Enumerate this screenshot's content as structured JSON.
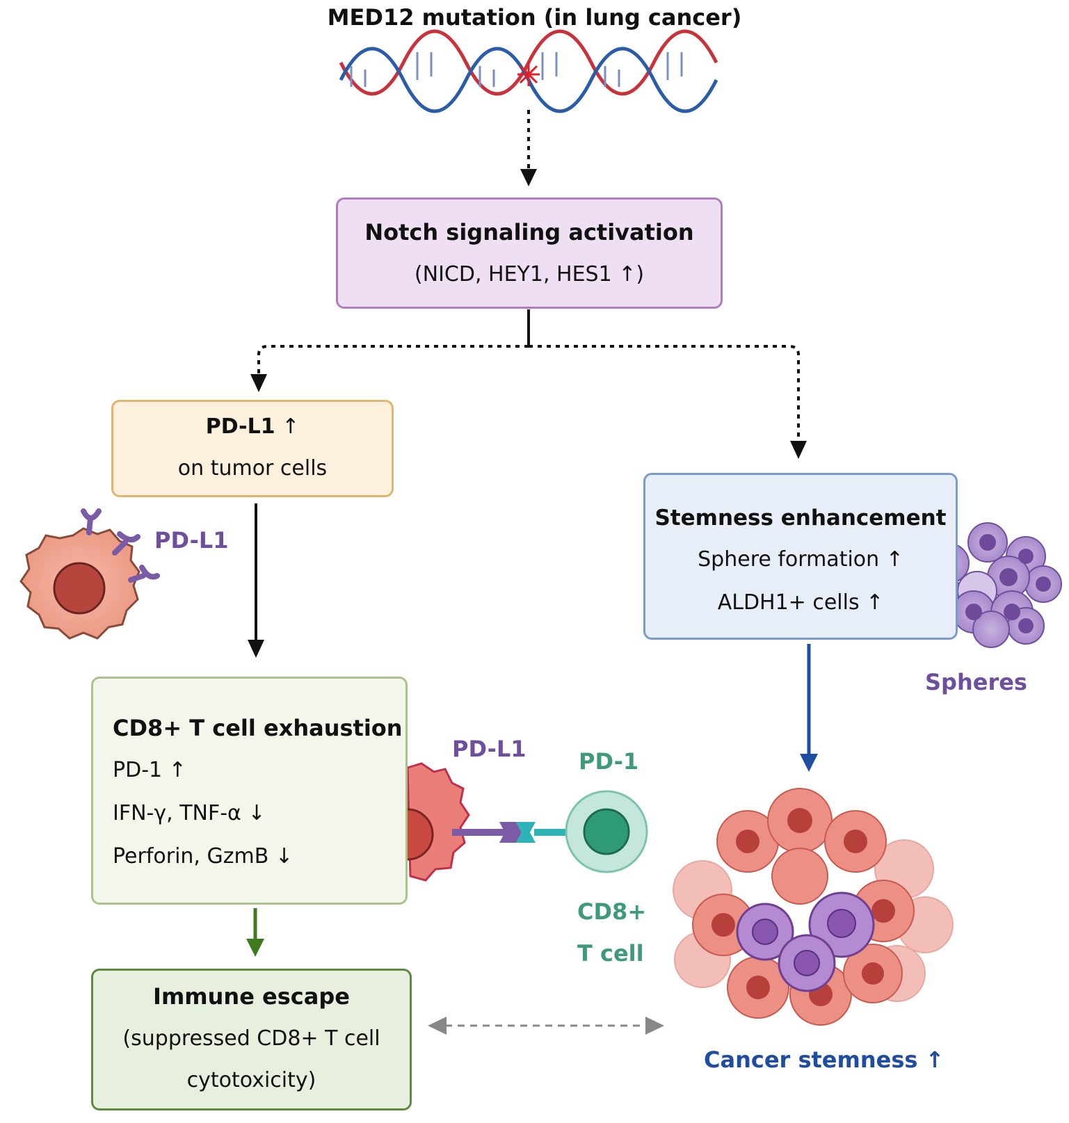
{
  "title": "MED12 mutation (in lung cancer)",
  "notch": {
    "title": "Notch signaling activation",
    "subtitle": "(NICD, HEY1, HES1 ↑)"
  },
  "pdl1_box": {
    "title": "PD-L1",
    "arrow": "↑",
    "subtitle": "on tumor cells"
  },
  "stemness": {
    "title": "Stemness enhancement",
    "line1": "Sphere formation ↑",
    "line2": "ALDH1+ cells ↑"
  },
  "exhaustion": {
    "title": "CD8+ T cell exhaustion",
    "line1": "PD-1 ↑",
    "line2": "IFN-γ, TNF-α ↓",
    "line3": "Perforin, GzmB ↓"
  },
  "immune_escape": {
    "title": "Immune escape",
    "line1": "(suppressed CD8+ T cell",
    "line2": "cytotoxicity)"
  },
  "labels": {
    "pdl1_cell": "PD-L1",
    "pdl1_interaction": "PD-L1",
    "pd1": "PD-1",
    "cd8_line1": "CD8+",
    "cd8_line2": "T cell",
    "spheres": "Spheres",
    "cancer_stemness": "Cancer stemness ↑"
  },
  "colors": {
    "notch_fill": "#efdff3",
    "notch_border": "#b07cc0",
    "pdl1_fill": "#fdf0dc",
    "pdl1_border": "#e3b46c",
    "stem_fill": "#e8eef8",
    "stem_border": "#7a9ccc",
    "exh_fill": "#f3f7eb",
    "exh_border": "#a9c389",
    "escape_fill": "#e7f0de",
    "escape_border": "#5e8a3e",
    "purple_text": "#6e4f9e",
    "teal_text": "#3f9a7c",
    "blue_text": "#1f4ea0"
  }
}
